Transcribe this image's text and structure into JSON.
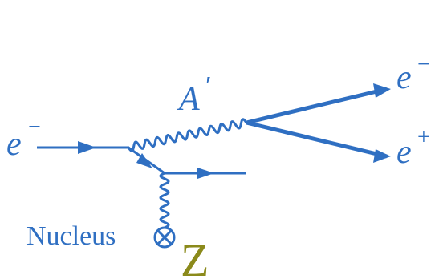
{
  "labels": {
    "incoming_electron": "e",
    "incoming_electron_charge": "−",
    "dark_photon": "A",
    "dark_photon_prime": "′",
    "outgoing_electron": "e",
    "outgoing_electron_charge": "−",
    "outgoing_positron": "e",
    "outgoing_positron_charge": "+",
    "nucleus": "Nucleus",
    "nucleus_charge": "Z"
  },
  "colors": {
    "line": "#2f6fc2",
    "text": "#2f6fc2",
    "charge_label": "#8b8a1b"
  }
}
